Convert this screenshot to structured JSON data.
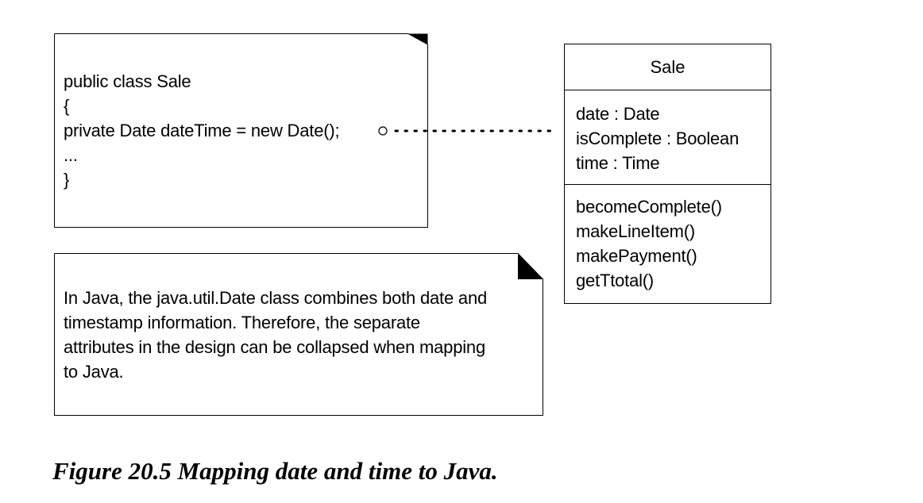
{
  "code_note": {
    "lines": [
      "public class Sale",
      "{",
      "private Date dateTime = new Date();",
      "...",
      "}"
    ]
  },
  "java_note": {
    "lines": [
      "In Java, the java.util.Date class combines both date and",
      "timestamp information. Therefore, the separate",
      "attributes in the design can be collapsed when mapping",
      "to Java."
    ]
  },
  "sale_class": {
    "name": "Sale",
    "attributes": [
      "date : Date",
      "isComplete : Boolean",
      "time : Time"
    ],
    "operations": [
      "becomeComplete()",
      "makeLineItem()",
      "makePayment()",
      "getTtotal()"
    ]
  },
  "caption": "Figure 20.5 Mapping date and time to Java."
}
